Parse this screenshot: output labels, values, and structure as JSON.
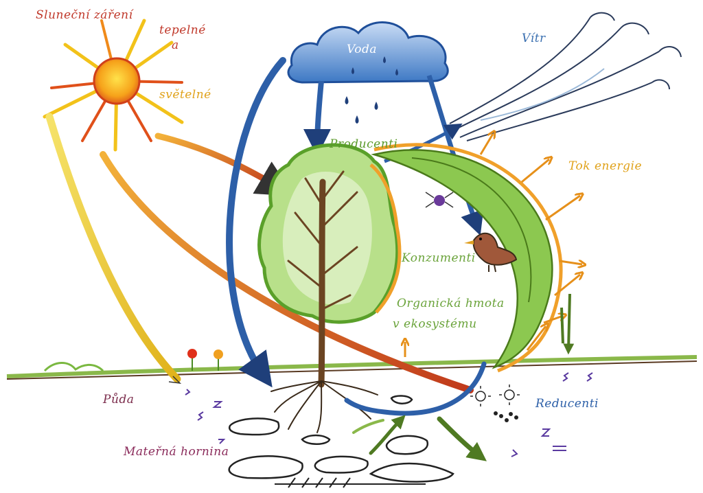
{
  "labels": {
    "solar_radiation": "Sluneční záření",
    "thermal": "tepelné",
    "and": "a",
    "light": "světelné",
    "water": "Voda",
    "wind": "Vítr",
    "producers": "Producenti",
    "energy_flow": "Tok energie",
    "consumers": "Konzumenti",
    "organic_matter_1": "Organická hmota",
    "organic_matter_2": "v ekosystému",
    "soil": "Půda",
    "reducers": "Reducenti",
    "bedrock": "Mateřná hornina"
  },
  "colors": {
    "solar_label": "#c0392b",
    "thermal_label": "#c0392b",
    "light_label": "#e0a21a",
    "water_label": "#2c5fa8",
    "wind_label": "#3a6fb0",
    "producers_label": "#5a9a2a",
    "energy_label": "#e0a21a",
    "consumers_label": "#6aa33a",
    "organic_label": "#6aa33a",
    "soil_label": "#7a2a4a",
    "reducers_label": "#2c5fa8",
    "bedrock_label": "#8a2a5a"
  }
}
